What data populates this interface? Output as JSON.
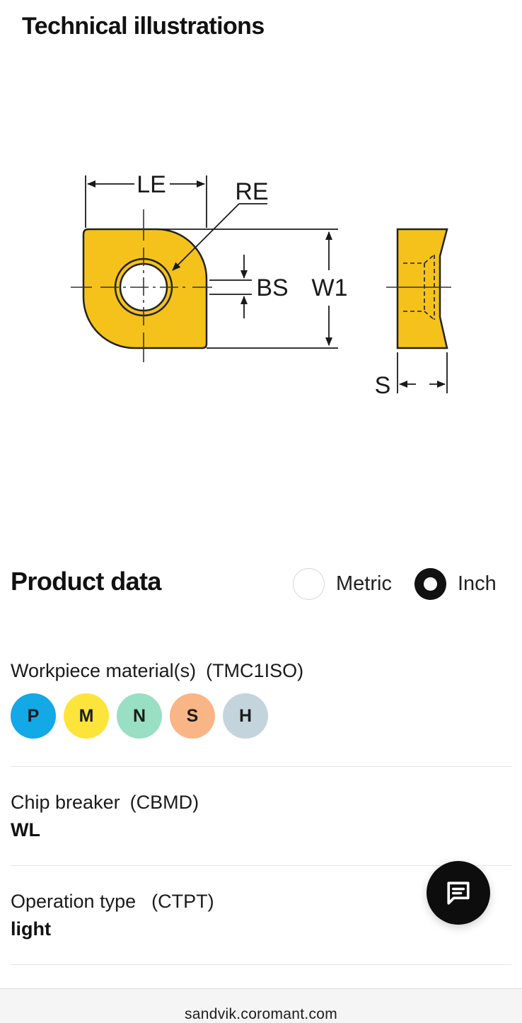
{
  "technical": {
    "title": "Technical illustrations",
    "labels": {
      "le": "LE",
      "re": "RE",
      "bs": "BS",
      "w1": "W1",
      "s": "S"
    }
  },
  "product_data": {
    "title": "Product data",
    "units": [
      {
        "label": "Metric",
        "selected": false
      },
      {
        "label": "Inch",
        "selected": true
      }
    ]
  },
  "workpiece": {
    "label": "Workpiece material(s)",
    "code": "(TMC1ISO)",
    "materials": [
      {
        "letter": "P",
        "color": "#13a8e6"
      },
      {
        "letter": "M",
        "color": "#fde43b"
      },
      {
        "letter": "N",
        "color": "#99dfc3"
      },
      {
        "letter": "S",
        "color": "#f9b585"
      },
      {
        "letter": "H",
        "color": "#c4d4dc"
      }
    ]
  },
  "chip_breaker": {
    "label": "Chip breaker",
    "code": "(CBMD)",
    "value": "WL"
  },
  "operation_type": {
    "label": "Operation type",
    "code": "(CTPT)",
    "value": "light"
  },
  "chat": {
    "icon": "chat-icon"
  },
  "browser": {
    "url": "sandvik.coromant.com"
  },
  "colors": {
    "insert": "#f4c21a",
    "outline": "#222222"
  }
}
